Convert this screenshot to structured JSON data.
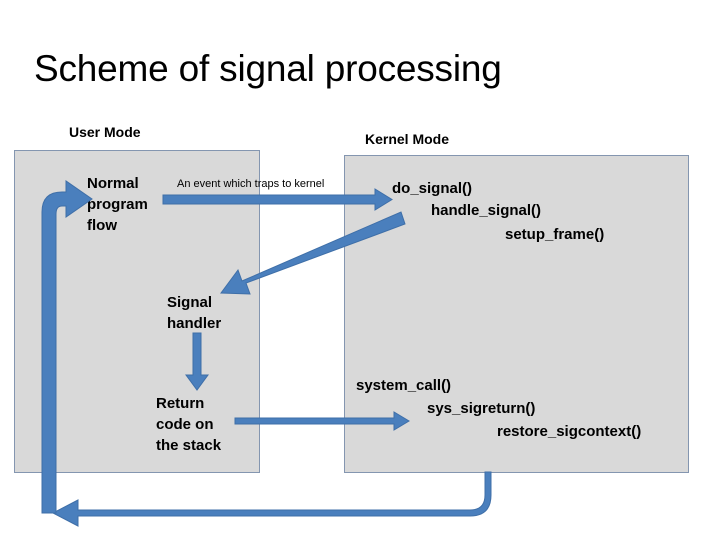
{
  "slide": {
    "title": "Scheme of signal processing"
  },
  "regions": {
    "user_mode": {
      "label": "User Mode",
      "fill": "#d9d9d9",
      "border": "#8496b0"
    },
    "kernel_mode": {
      "label": "Kernel Mode",
      "fill": "#d9d9d9",
      "border": "#8496b0"
    }
  },
  "user_nodes": {
    "normal_program_flow": "Normal\nprogram\nflow",
    "signal_handler": "Signal\nhandler",
    "return_code_on_stack": "Return\ncode on\nthe stack"
  },
  "kernel_nodes": {
    "do_signal": "do_signal()",
    "handle_signal": "handle_signal()",
    "setup_frame": "setup_frame()",
    "system_call": "system_call()",
    "sys_sigreturn": "sys_sigreturn()",
    "restore_sigcontext": "restore_sigcontext()"
  },
  "arrows": {
    "trap_label": "An event which traps to kernel",
    "color": "#4a7fbd",
    "stroke": "#3f6fa8",
    "items": [
      {
        "name": "trap-to-kernel-arrow",
        "from": "Normal program flow",
        "to": "do_signal()",
        "direction": "right"
      },
      {
        "name": "signal-delivery-arrow",
        "from": "handle_signal()/setup_frame()",
        "to": "Signal handler",
        "direction": "down-left"
      },
      {
        "name": "handler-to-return-arrow",
        "from": "Signal handler",
        "to": "Return code on the stack",
        "direction": "down"
      },
      {
        "name": "sigreturn-arrow",
        "from": "Return code on the stack",
        "to": "system_call()",
        "direction": "right"
      },
      {
        "name": "resume-loop-arrow",
        "from": "restore_sigcontext()",
        "to": "Normal program flow",
        "direction": "loop-back"
      }
    ]
  }
}
